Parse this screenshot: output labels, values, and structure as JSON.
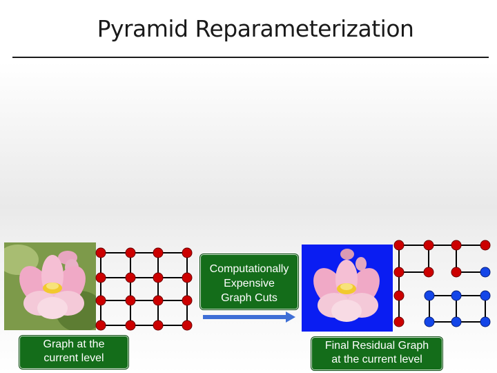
{
  "title": "Pyramid Reparameterization",
  "labels": {
    "graph_current": [
      "Graph at the",
      "current level"
    ],
    "graph_cuts": [
      "Computationally",
      "Expensive",
      "Graph Cuts"
    ],
    "final_residual": [
      "Final Residual Graph",
      "at the current level"
    ]
  },
  "colors": {
    "label_bg": "#146d1a",
    "node_red": "#cc0000",
    "node_blue": "#1446e8",
    "arrow": "#3f6fd6",
    "photo_right_bg": "#0a1df2"
  }
}
